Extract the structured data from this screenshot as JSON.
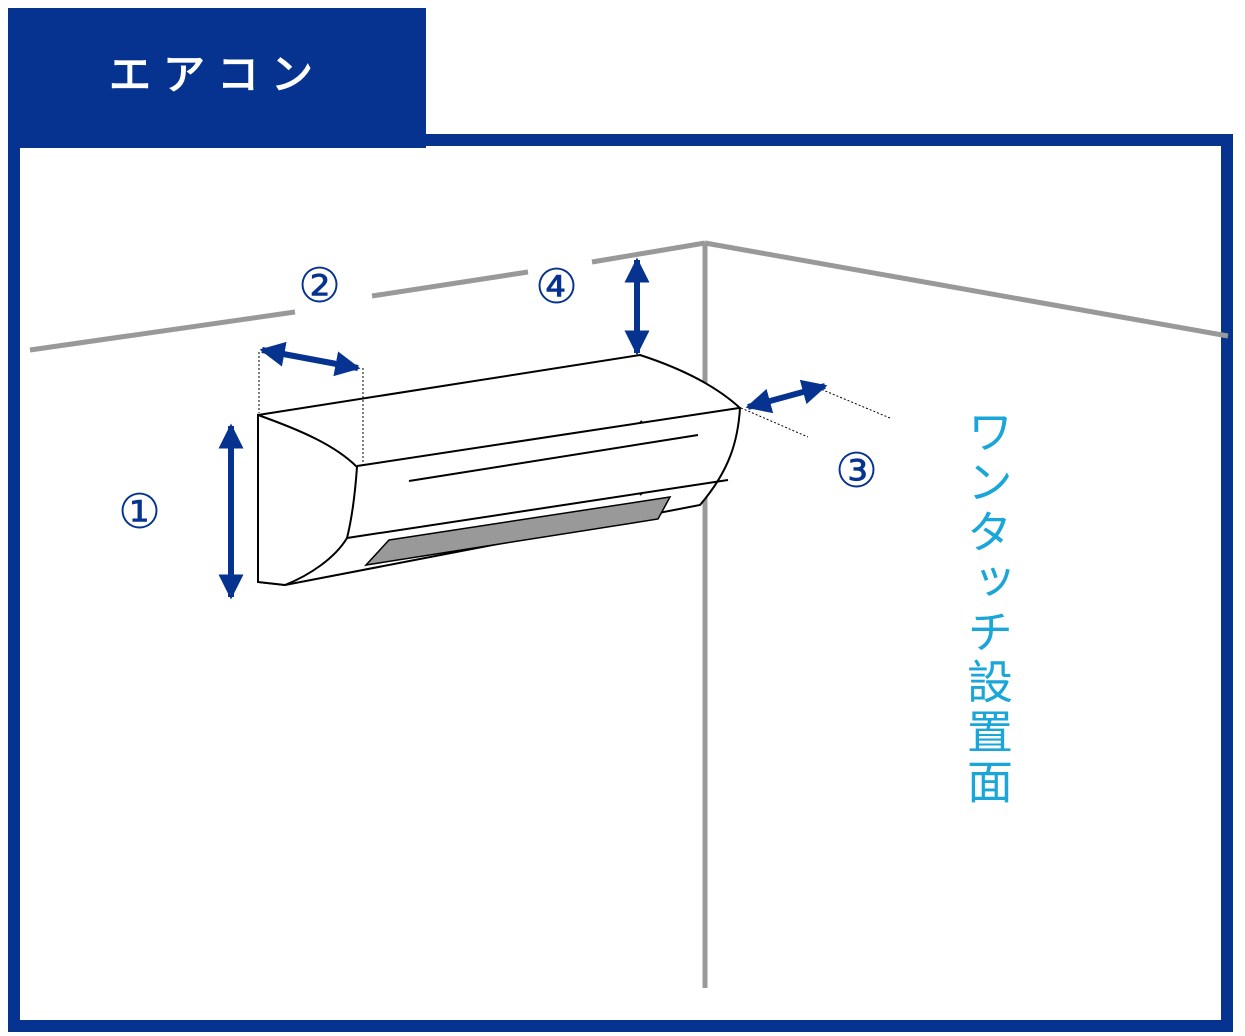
{
  "header": {
    "title": "エアコン"
  },
  "labels": {
    "dim1": "①",
    "dim2": "②",
    "dim3": "③",
    "dim4": "④",
    "install_surface": "ワンタッチ設置面"
  },
  "colors": {
    "brand_blue": "#06338f",
    "label_cyan": "#1aa6d8",
    "wall_line_gray": "#999999",
    "vent_gray": "#999999"
  }
}
